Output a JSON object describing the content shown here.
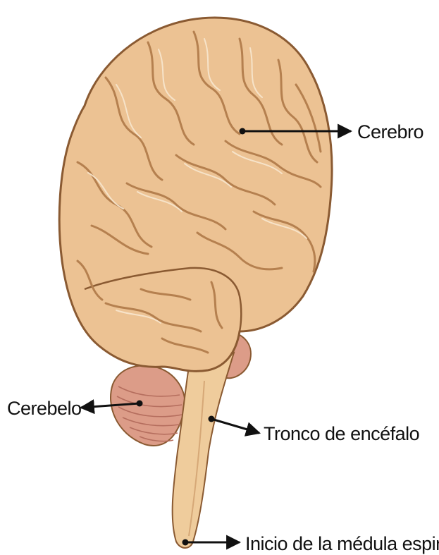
{
  "labels": {
    "cerebro": "Cerebro",
    "cerebelo": "Cerebelo",
    "tronco": "Tronco de encéfalo",
    "medula": "Inicio de la médula espinal"
  },
  "colors": {
    "cortex_fill": "#ecc293",
    "cortex_outline": "#8a5a32",
    "sulcus": "#b5804f",
    "highlight": "#f8e7cf",
    "cerebellum": "#dc9c88",
    "cerebellum_lines": "#b56e5e",
    "brainstem": "#efcc9c",
    "text": "#111111"
  }
}
